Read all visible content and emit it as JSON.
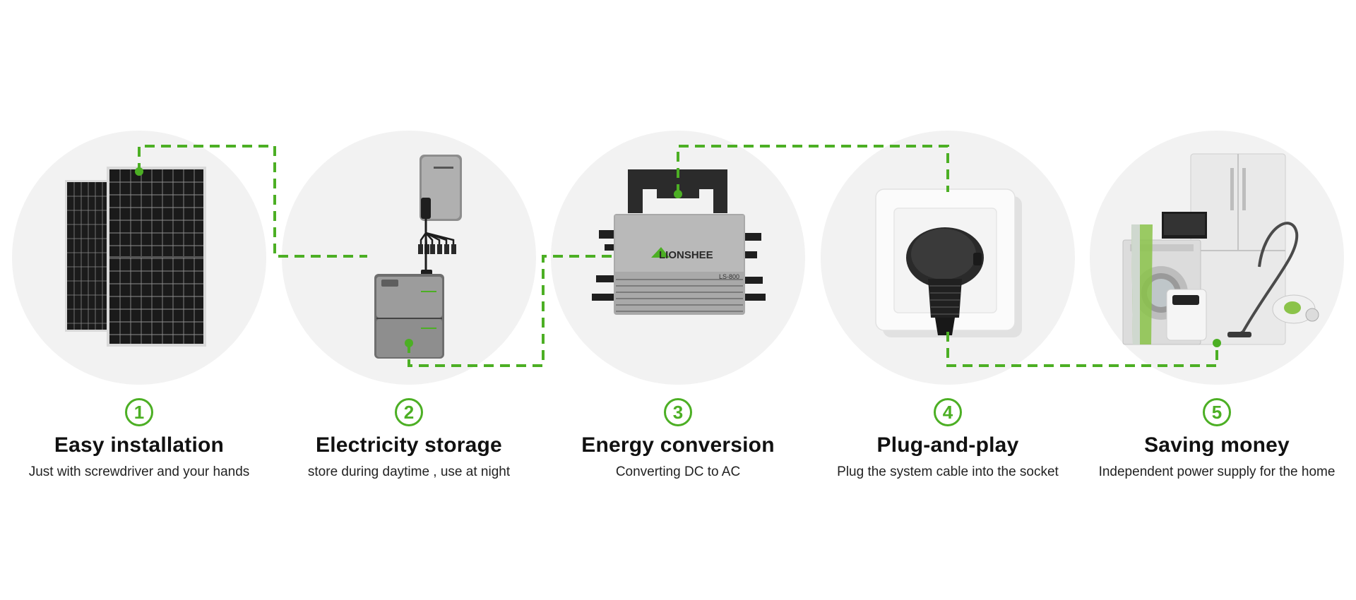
{
  "steps": [
    {
      "number": "1",
      "title": "Easy installation",
      "description": "Just with screwdriver and your hands"
    },
    {
      "number": "2",
      "title": "Electricity storage",
      "description": "store during daytime , use at night"
    },
    {
      "number": "3",
      "title": "Energy conversion",
      "description": "Converting DC to AC"
    },
    {
      "number": "4",
      "title": "Plug-and-play",
      "description": "Plug the system cable into the socket"
    },
    {
      "number": "5",
      "title": "Saving money",
      "description": "Independent power supply for the home"
    }
  ],
  "brand": {
    "logo_text": "LIONSHEE",
    "inverter_model": "LS-800"
  },
  "colors": {
    "accent": "#4caf24",
    "circle_bg": "#f2f2f2",
    "title": "#111111",
    "text": "#222222"
  },
  "icons": [
    "solar-panel-icon",
    "battery-storage-icon",
    "micro-inverter-icon",
    "wall-socket-icon",
    "home-appliances-icon"
  ]
}
